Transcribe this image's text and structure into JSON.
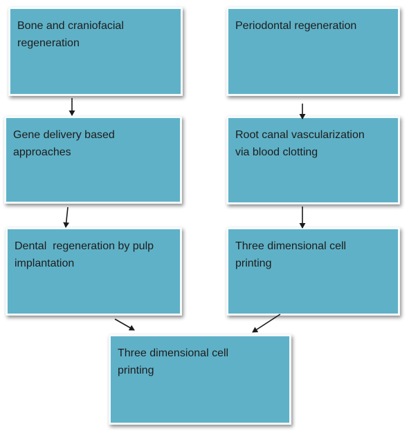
{
  "boxes": {
    "bone": "Bone and craniofacial\nregeneration",
    "perio": "Periodontal regeneration",
    "gene": "Gene delivery based\napproaches",
    "root": "Root canal vascularization\nvia blood clotting",
    "dental": "Dental  regeneration by pulp\nimplantation",
    "three_right": "Three dimensional cell\nprinting",
    "three_bottom": "Three dimensional cell\nprinting"
  },
  "colors": {
    "box_fill": "#5fb1c7",
    "box_border": "#f4fbfd",
    "arrow": "#1a1a1a"
  }
}
